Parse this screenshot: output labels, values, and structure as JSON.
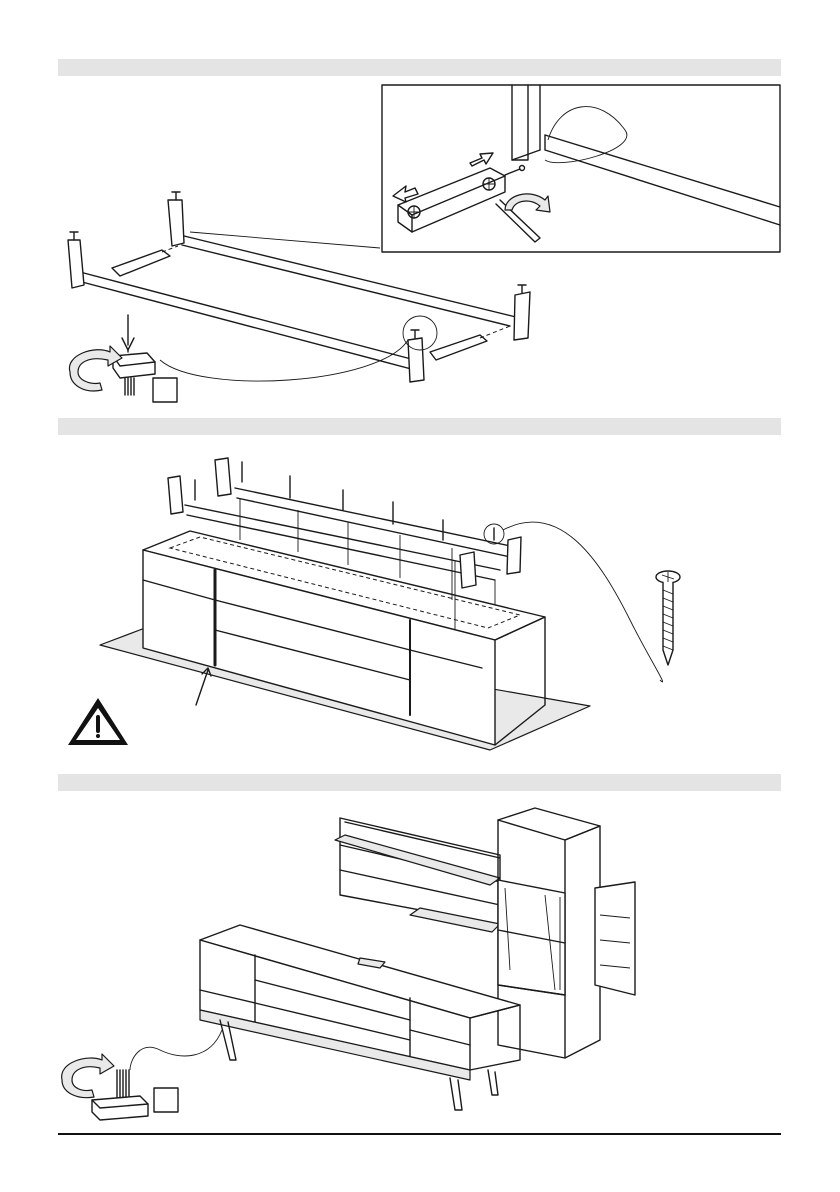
{
  "page": {
    "steps": [
      {
        "name": "step-1-frame-assembly"
      },
      {
        "name": "step-2-frame-mount"
      },
      {
        "name": "step-3-combination"
      }
    ]
  },
  "colors": {
    "line": "#1a1a1a",
    "band": "#e4e4e4",
    "panel": "#e9e9e9"
  },
  "icons": {
    "rotate": "curved-arrow-icon",
    "warning": "warning-triangle-icon",
    "screw": "screw-icon",
    "leg": "leg-icon",
    "checkbox": "checkbox-icon"
  }
}
